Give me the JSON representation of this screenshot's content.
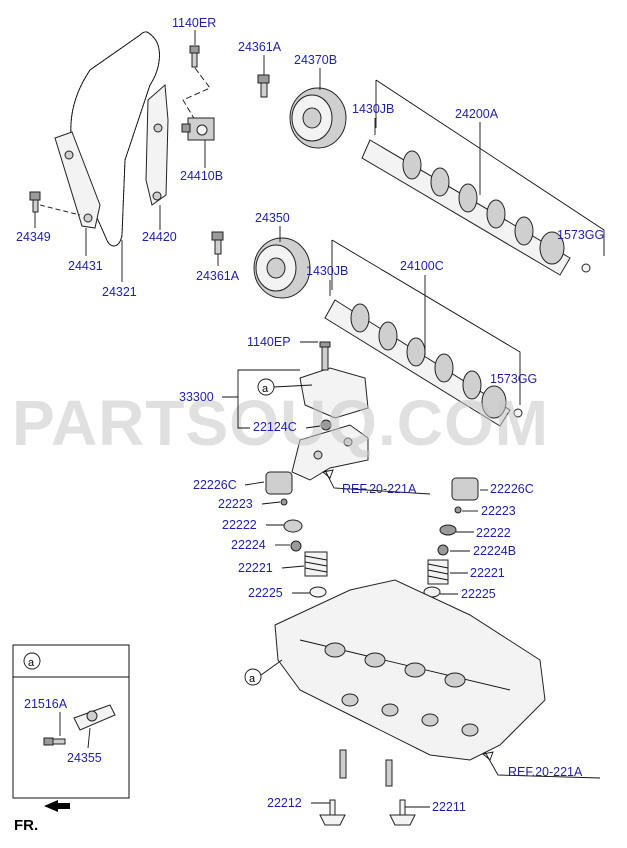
{
  "watermark": "PARTSOUQ.COM",
  "labels": {
    "p1140ER": "1140ER",
    "p24361A_top": "24361A",
    "p24370B": "24370B",
    "p1430JB_top": "1430JB",
    "p24200A": "24200A",
    "p24410B": "24410B",
    "p1573GG_top": "1573GG",
    "p24349": "24349",
    "p24431": "24431",
    "p24420": "24420",
    "p24321": "24321",
    "p24350": "24350",
    "p24361A_mid": "24361A",
    "p1430JB_mid": "1430JB",
    "p24100C": "24100C",
    "p1140EP": "1140EP",
    "p33300": "33300",
    "p1573GG_mid": "1573GG",
    "p22124C": "22124C",
    "p22226C_left": "22226C",
    "p22226C_right": "22226C",
    "p22223_left": "22223",
    "p22223_right": "22223",
    "p22222_left": "22222",
    "p22222_right": "22222",
    "p22224": "22224",
    "p22224B": "22224B",
    "p22221_left": "22221",
    "p22221_right": "22221",
    "p22225_left": "22225",
    "p22225_right": "22225",
    "p21516A": "21516A",
    "p24355": "24355",
    "p22212": "22212",
    "p22211": "22211"
  },
  "refs": {
    "ref_top": "REF.20-221A",
    "ref_bottom": "REF.20-221A"
  },
  "callouts": {
    "a_main": "a",
    "a_head": "a",
    "a_box": "a"
  },
  "front_marker": "FR.",
  "colors": {
    "label": "#1f1fa8",
    "line": "#111111",
    "watermark": "#c7c7c7"
  },
  "icons": {
    "front_arrow": "arrow-left-icon"
  }
}
